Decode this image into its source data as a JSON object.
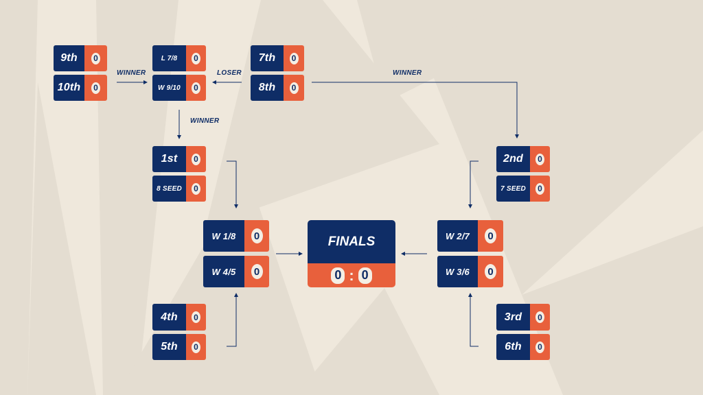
{
  "bracket": {
    "m1": {
      "top": {
        "name": "9th",
        "score": "0"
      },
      "bottom": {
        "name": "10th",
        "score": "0"
      }
    },
    "m2": {
      "top": {
        "name": "L 7/8",
        "score": "0"
      },
      "bottom": {
        "name": "W 9/10",
        "score": "0"
      }
    },
    "m3": {
      "top": {
        "name": "7th",
        "score": "0"
      },
      "bottom": {
        "name": "8th",
        "score": "0"
      }
    },
    "m4": {
      "top": {
        "name": "1st",
        "score": "0"
      },
      "bottom": {
        "name": "8 SEED",
        "score": "0"
      }
    },
    "m5": {
      "top": {
        "name": "2nd",
        "score": "0"
      },
      "bottom": {
        "name": "7 SEED",
        "score": "0"
      }
    },
    "m6": {
      "top": {
        "name": "W 1/8",
        "score": "0"
      },
      "bottom": {
        "name": "W 4/5",
        "score": "0"
      }
    },
    "m7": {
      "top": {
        "name": "W 2/7",
        "score": "0"
      },
      "bottom": {
        "name": "W 3/6",
        "score": "0"
      }
    },
    "m8": {
      "top": {
        "name": "4th",
        "score": "0"
      },
      "bottom": {
        "name": "5th",
        "score": "0"
      }
    },
    "m9": {
      "top": {
        "name": "3rd",
        "score": "0"
      },
      "bottom": {
        "name": "6th",
        "score": "0"
      }
    }
  },
  "finals": {
    "title": "FINALS",
    "score_left": "0",
    "separator": ":",
    "score_right": "0"
  },
  "labels": {
    "winner_1": "WINNER",
    "loser": "LOSER",
    "winner_2": "WINNER",
    "winner_3": "WINNER"
  },
  "colors": {
    "navy": "#0f2d66",
    "orange": "#e8603c",
    "background": "#efe8dc",
    "shapes": "#e4ddd1"
  }
}
